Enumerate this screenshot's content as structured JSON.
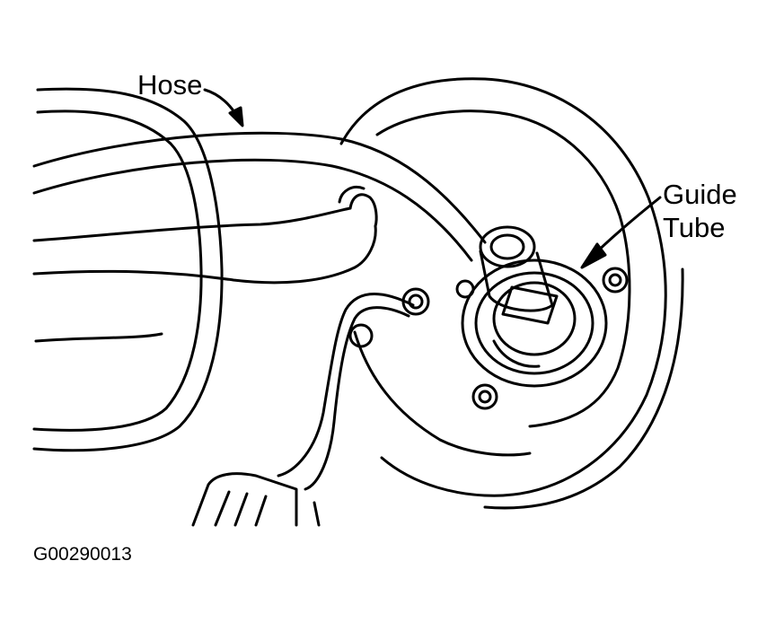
{
  "callouts": {
    "hose": "Hose",
    "guide_tube_line1": "Guide",
    "guide_tube_line2": "Tube"
  },
  "figure_id": "G00290013",
  "colors": {
    "ink": "#000000",
    "paper": "#ffffff"
  }
}
